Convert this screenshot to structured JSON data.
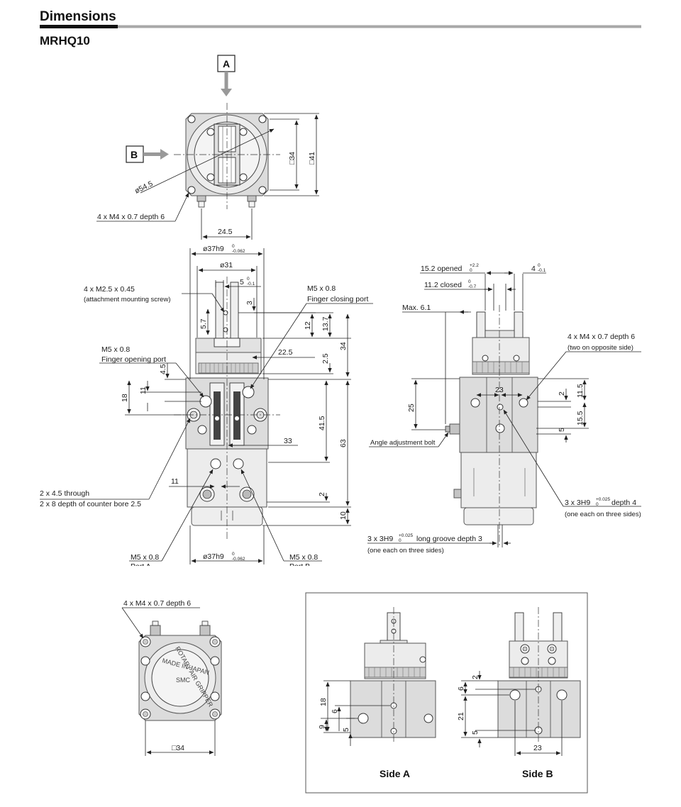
{
  "header": {
    "title": "Dimensions",
    "model": "MRHQ10"
  },
  "view_arrows": {
    "a": "A",
    "b": "B"
  },
  "top_view": {
    "dia": "ø54.5",
    "sq34": "□34",
    "sq41": "□41",
    "tap": "4 x M4 x 0.7 depth 6",
    "width": "24.5"
  },
  "front_view": {
    "d37_top": "ø37h9",
    "d37_top_tol_upper": "0",
    "d37_top_tol_lower": "-0.062",
    "d31": "ø31",
    "d5": "5",
    "d5_tol_upper": "0",
    "d5_tol_lower": "-0.1",
    "screw_1": "4 x M2.5 x 0.45",
    "screw_2": "(attachment mounting screw)",
    "d3": "3",
    "d5_7": "5.7",
    "d12": "12",
    "d13_7": "13.7",
    "d34": "34",
    "closing_1": "M5 x 0.8",
    "closing_2": "Finger closing port",
    "opening_1": "M5 x 0.8",
    "opening_2": "Finger opening port",
    "d22_5": "22.5",
    "d2_5": "2.5",
    "d4_5": "4.5",
    "d11_v": "11",
    "d18": "18",
    "d41_5": "41.5",
    "d63": "63",
    "d33": "33",
    "d11_h": "11",
    "d2": "2",
    "d10": "10",
    "through_1": "2 x 4.5  through",
    "through_2": "2 x 8 depth of counter bore 2.5",
    "portA_1": "M5 x 0.8",
    "portA_2": "Port A",
    "portB_1": "M5 x 0.8",
    "portB_2": "Port B",
    "d37_bot": "ø37h9",
    "d37_bot_tol_upper": "0",
    "d37_bot_tol_lower": "-0.062"
  },
  "side_view": {
    "opened": "15.2 opened",
    "opened_tol_upper": "+2.2",
    "opened_tol_lower": "0",
    "d4": "4",
    "d4_tol_upper": "0",
    "d4_tol_lower": "-0.1",
    "closed": "11.2 closed",
    "closed_tol_upper": "0",
    "closed_tol_lower": "-0.7",
    "max": "Max. 6.1",
    "tap_1": "4 x M4 x 0.7 depth 6",
    "tap_2": "(two on opposite side)",
    "d23": "23",
    "d2": "2",
    "d11_5": "11.5",
    "d25": "25",
    "d15_5": "15.5",
    "d5": "5",
    "bolt": "Angle adjustment bolt",
    "h9_depth": "3 x 3H9",
    "h9_depth_tol_upper": "+0.025",
    "h9_depth_tol_lower": "0",
    "h9_depth_suffix": "depth 4",
    "h9_depth_note": "(one each on three sides)",
    "groove": "3 x 3H9",
    "groove_tol_upper": "+0.025",
    "groove_tol_lower": "0",
    "groove_suffix": "long groove depth 3",
    "groove_note": "(one each on three sides)"
  },
  "bottom_view": {
    "tap": "4 x M4 x 0.7 depth 6",
    "sq34": "□34",
    "emboss_1": "ROTARY AIR GRIPPER",
    "emboss_2": "SMC",
    "emboss_3": "MADE IN JAPAN"
  },
  "side_panel": {
    "label_a": "Side A",
    "label_b": "Side B",
    "a_18": "18",
    "a_6": "6",
    "a_9": "9",
    "a_5": "5",
    "b_2": "2",
    "b_6": "6",
    "b_21": "21",
    "b_5": "5",
    "b_23": "23"
  }
}
